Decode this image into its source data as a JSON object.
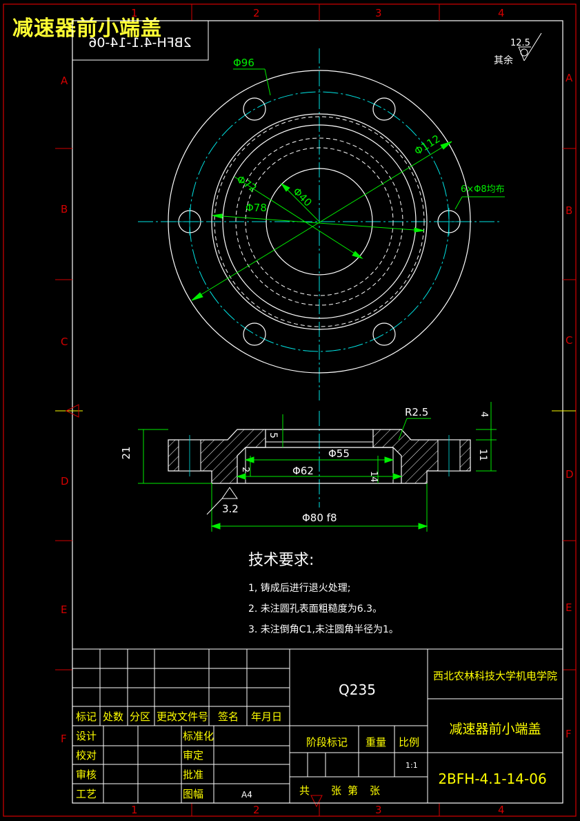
{
  "title_overlay": "减速器前小端盖",
  "mirrored_code": "2BFH-4.1-14-06",
  "zone_cols": [
    "1",
    "2",
    "3",
    "4"
  ],
  "zone_rows": [
    "A",
    "B",
    "C",
    "D",
    "E",
    "F"
  ],
  "roughness": {
    "value": "12.5",
    "note": "其余"
  },
  "plan_view": {
    "dims": {
      "d96": "Φ96",
      "d112": "Φ112",
      "d72": "Φ72",
      "d40": "Φ40",
      "d78": "Φ78",
      "holes": "6×Φ8均布"
    }
  },
  "section_view": {
    "dims": {
      "r25": "R2.5",
      "d4": "4",
      "d5": "5",
      "d21": "21",
      "d11": "11",
      "d55": "Φ55",
      "d2": "2",
      "d62": "Φ62",
      "d14": "14",
      "rough": "3.2",
      "d80": "Φ80 f8"
    }
  },
  "tech": {
    "heading": "技术要求:",
    "items": [
      "1, 铸成后进行退火处理;",
      "2. 未注圆孔表面粗糙度为6.3。",
      "3. 未注倒角C1,未注圆角半径为1。"
    ]
  },
  "title_block": {
    "material": "Q235",
    "school": "西北农林科技大学机电学院",
    "part_name": "减速器前小端盖",
    "drawing_no": "2BFH-4.1-14-06",
    "rev_headers": [
      "标记",
      "处数",
      "分区",
      "更改文件号",
      "签名",
      "年月日"
    ],
    "roles_left": [
      "设计",
      "校对",
      "审核",
      "工艺"
    ],
    "roles_right": [
      "标准化",
      "审定",
      "批准",
      "图幅"
    ],
    "paper": "A4",
    "stage": "阶段标记",
    "weight": "重量",
    "scale_label": "比例",
    "scale": "1:1",
    "sheets": [
      "共",
      "张",
      "第",
      "张"
    ]
  }
}
